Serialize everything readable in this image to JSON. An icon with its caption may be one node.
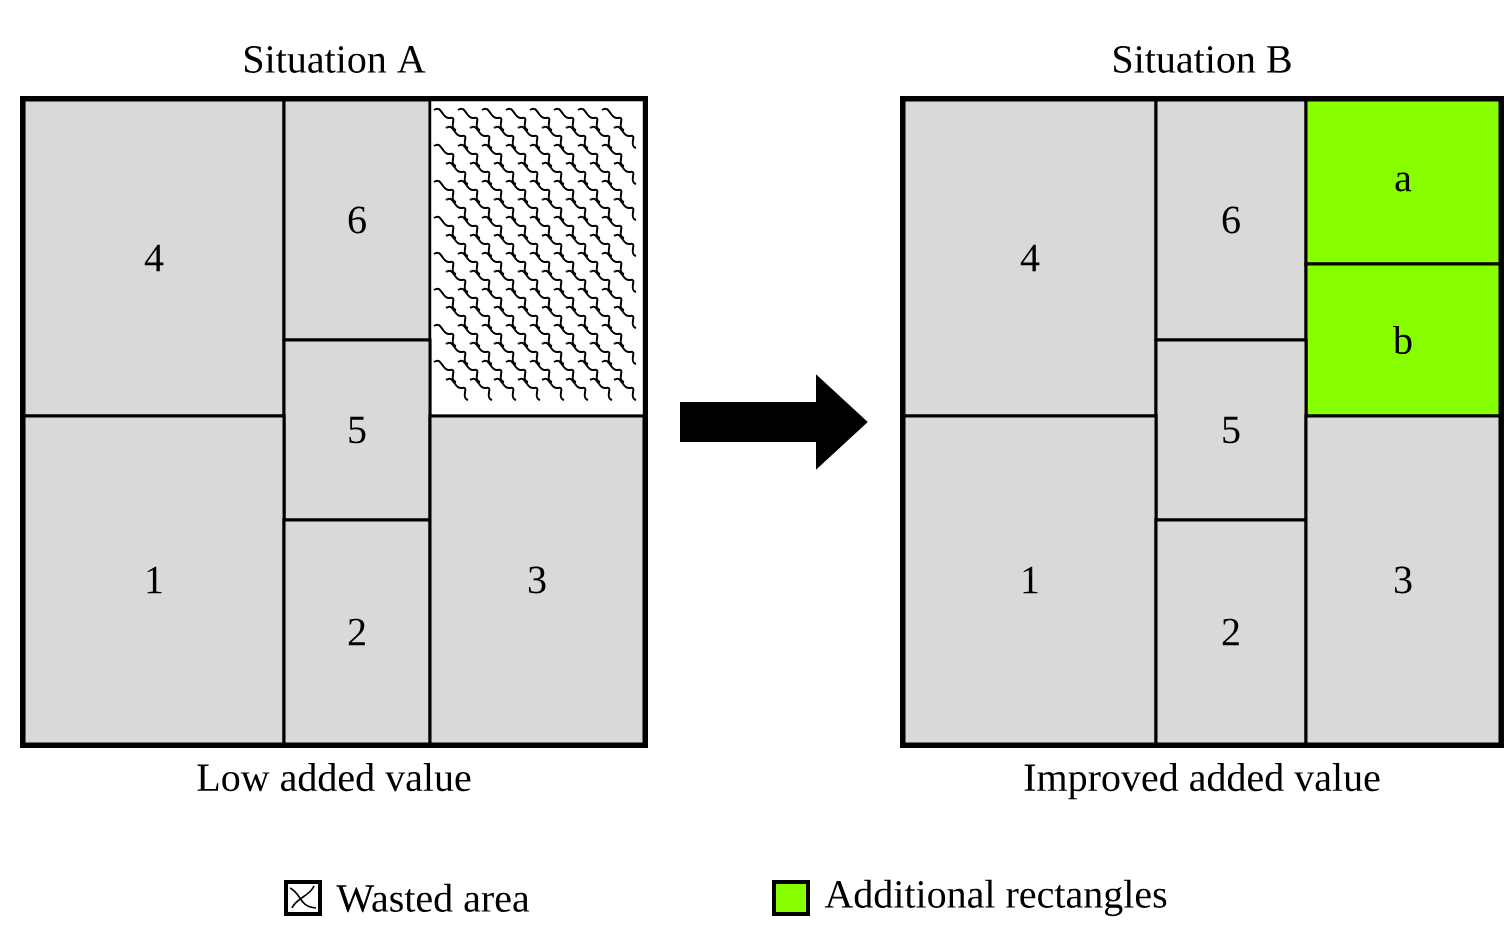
{
  "diagram": {
    "nodes": [
      {
        "text": [
          "Situation A"
        ],
        "beside": [
          "Low added value"
        ]
      },
      {
        "text": [
          "4"
        ],
        "in": 0
      },
      {
        "text": [
          "6"
        ],
        "in": 0
      },
      {
        "text": [],
        "shape": "box",
        "in": 0
      },
      {
        "text": [
          "5"
        ],
        "in": 0
      },
      {
        "text": [
          "1"
        ],
        "in": 0
      },
      {
        "text": [
          "2"
        ],
        "in": 0
      },
      {
        "text": [
          "3"
        ],
        "in": 0
      },
      {
        "text": [
          "Situation B"
        ],
        "beside": [
          "Improved added value"
        ]
      },
      {
        "text": [
          "4"
        ],
        "in": 8
      },
      {
        "text": [
          "6"
        ],
        "in": 8
      },
      {
        "text": [
          "a"
        ],
        "in": 8
      },
      {
        "text": [
          "b"
        ],
        "in": 8
      },
      {
        "text": [
          "5"
        ],
        "in": 8
      },
      {
        "text": [
          "1"
        ],
        "in": 8
      },
      {
        "text": [
          "2"
        ],
        "in": 8
      },
      {
        "text": [
          "3"
        ],
        "in": 8
      }
    ],
    "edges": [
      {
        "from": 0,
        "to": 8,
        "arrow": "to"
      }
    ],
    "legend": [
      {
        "text": "Wasted area"
      },
      {
        "text": "Additional rectangles",
        "color": "#88ff00"
      }
    ]
  }
}
